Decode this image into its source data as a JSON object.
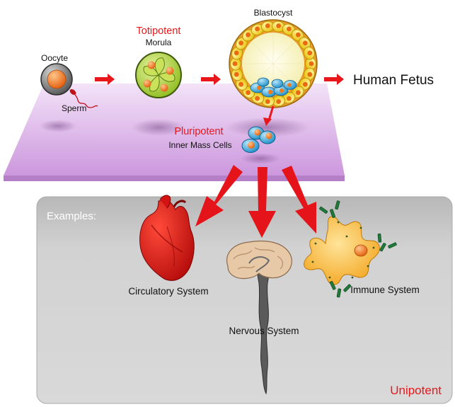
{
  "stages": {
    "oocyte": "Oocyte",
    "sperm": "Sperm",
    "totipotent": "Totipotent",
    "morula": "Morula",
    "blastocyst": "Blastocyst",
    "human_fetus": "Human Fetus",
    "pluripotent": "Pluripotent",
    "inner_mass_cells": "Inner Mass Cells"
  },
  "examples_panel": {
    "heading": "Examples:",
    "circulatory": "Circulatory System",
    "nervous": "Nervous System",
    "immune": "Immune System",
    "unipotent": "Unipotent"
  },
  "colors": {
    "accent_red": "#e8171b",
    "platform_purple": "#d9a9e6",
    "panel_gray": "#c4c4c4",
    "morula_green": "#b4d43a",
    "cell_orange": "#ef7a1a",
    "blastocyst_yellow": "#f5d516",
    "cell_blue": "#34a7d9"
  },
  "icons": [
    "oocyte-icon",
    "sperm-icon",
    "morula-icon",
    "blastocyst-icon",
    "inner-mass-cells-icon",
    "heart-icon",
    "brain-icon",
    "immune-cell-icon",
    "antibody-icon"
  ]
}
